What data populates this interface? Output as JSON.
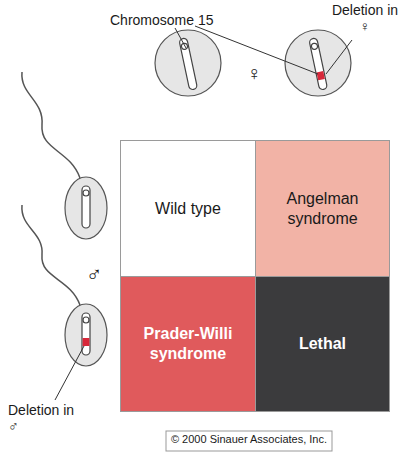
{
  "diagram": {
    "nodes": [
      {
        "text": [
          "Wild type"
        ]
      },
      {
        "text": [
          "Angelman syndrome"
        ]
      },
      {
        "text": [
          "Prader-Willi syndrome"
        ]
      },
      {
        "text": [
          "Lethal"
        ]
      }
    ],
    "labels": [
      "Chromosome 15",
      "Deletion in ♀",
      "♀",
      "♂",
      "Deletion in ♂",
      "© 2000 Sinauer Associates, Inc."
    ]
  }
}
